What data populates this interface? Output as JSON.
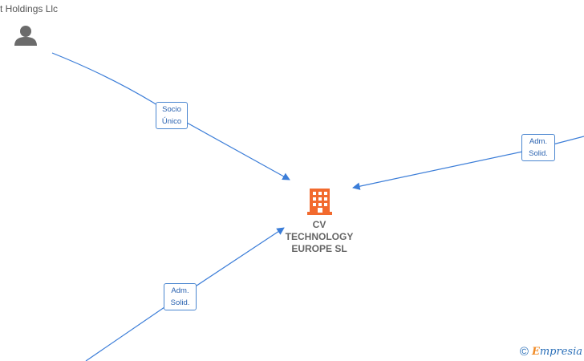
{
  "nodes": {
    "person": {
      "label": "t Holdings Llc",
      "icon": "person-icon"
    },
    "company": {
      "lines": [
        "CV",
        "TECHNOLOGY",
        "EUROPE  SL"
      ],
      "icon": "building-icon"
    }
  },
  "edges": [
    {
      "lines": [
        "Socio",
        "Único"
      ]
    },
    {
      "lines": [
        "Adm.",
        "Solid."
      ]
    },
    {
      "lines": [
        "Adm.",
        "Solid."
      ]
    }
  ],
  "watermark": {
    "symbol": "©",
    "brand_first": "E",
    "brand_rest": "mpresia"
  },
  "colors": {
    "edge": "#3b7dd8",
    "company_icon": "#f26a2e",
    "person_icon": "#6b6b6b",
    "label_border": "#4a86d0"
  }
}
